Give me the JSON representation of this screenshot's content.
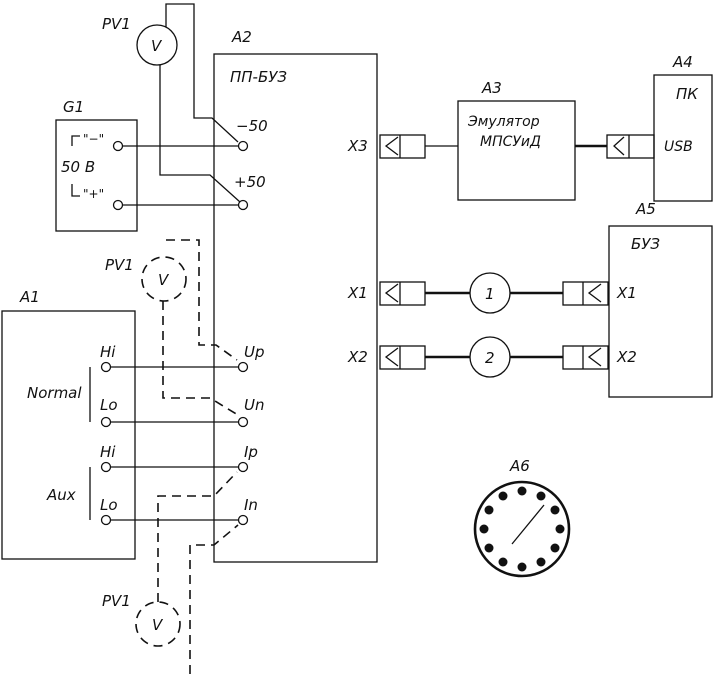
{
  "labels": {
    "pv1_top": "PV1",
    "pv1_mid": "PV1",
    "pv1_bot": "PV1",
    "voltmeter": "V",
    "a2": "A2",
    "pp_buz": "ПП-БУЗ",
    "minus50": "−50",
    "plus50": "+50",
    "g1": "G1",
    "g1_minus": "\"−\"",
    "g1_plus": "\"+\"",
    "g1_voltage": "50 В",
    "a3": "A3",
    "emul_line1": "Эмулятор",
    "emul_line2": "МПСУиД",
    "a4": "A4",
    "pk": "ПК",
    "usb": "USB",
    "x3": "X3",
    "a5": "A5",
    "buz": "БУЗ",
    "x1": "X1",
    "x2": "X2",
    "a5_x1": "X1",
    "a5_x2": "X2",
    "cable1": "1",
    "cable2": "2",
    "a1": "A1",
    "hi1": "Hi",
    "lo1": "Lo",
    "normal": "Normal",
    "hi2": "Hi",
    "lo2": "Lo",
    "aux": "Aux",
    "up": "Up",
    "un": "Un",
    "ip": "Ip",
    "in": "In",
    "a6": "A6"
  }
}
